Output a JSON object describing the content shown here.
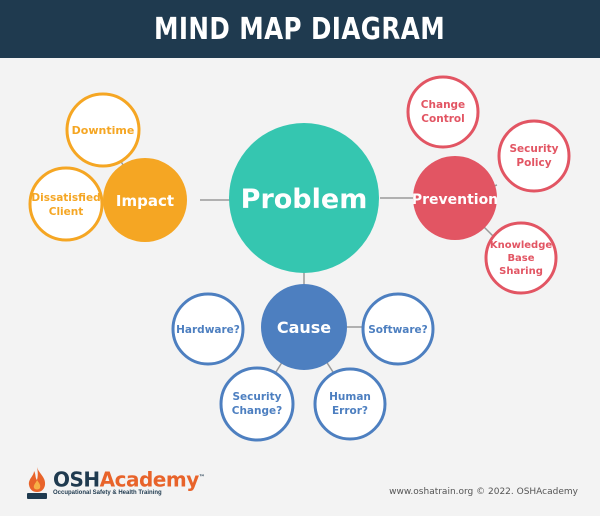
{
  "header": {
    "title": "MIND MAP DIAGRAM"
  },
  "colors": {
    "header_bg": "#1f3a4f",
    "background": "#f3f3f3",
    "problem": "#35c6b0",
    "impact": "#f5a623",
    "prevention": "#e25563",
    "cause": "#4d7fc0",
    "connector": "#9a9a9a"
  },
  "nodes": {
    "problem": {
      "label": "Problem"
    },
    "impact": {
      "label": "Impact"
    },
    "prevention": {
      "label": "Prevention"
    },
    "cause": {
      "label": "Cause"
    },
    "downtime": {
      "label": "Downtime"
    },
    "dissatisfied_client": {
      "line1": "Dissatisfied",
      "line2": "Client"
    },
    "change_control": {
      "line1": "Change",
      "line2": "Control"
    },
    "security_policy": {
      "line1": "Security",
      "line2": "Policy"
    },
    "knowledge_base_sharing": {
      "line1": "Knowledge",
      "line2": "Base",
      "line3": "Sharing"
    },
    "hardware": {
      "label": "Hardware?"
    },
    "software": {
      "label": "Software?"
    },
    "security_change": {
      "line1": "Security",
      "line2": "Change?"
    },
    "human_error": {
      "line1": "Human",
      "line2": "Error?"
    }
  },
  "footer": {
    "logo_part1": "OSH",
    "logo_part2": "Academy",
    "logo_tm": "™",
    "tagline": "Occupational Safety & Health Training",
    "credit": "www.oshatrain.org © 2022. OSHAcademy"
  }
}
